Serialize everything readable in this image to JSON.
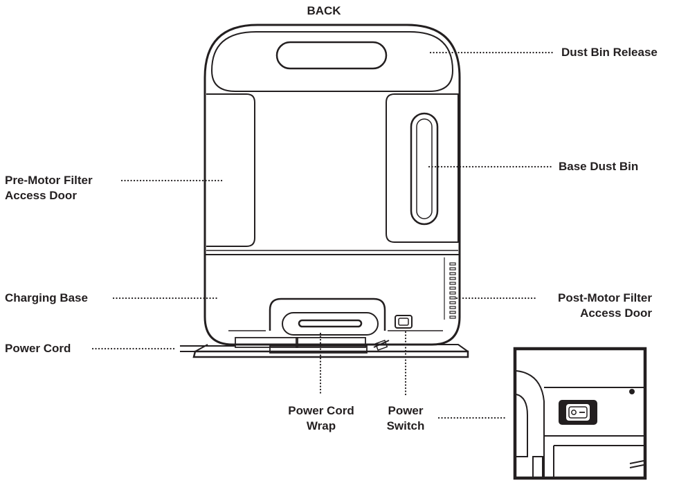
{
  "diagram": {
    "title": "BACK",
    "labels": {
      "dust_bin_release": "Dust Bin Release",
      "base_dust_bin": "Base Dust Bin",
      "pre_motor_filter": [
        "Pre-Motor Filter",
        "Access Door"
      ],
      "charging_base": "Charging Base",
      "post_motor_filter": [
        "Post-Motor Filter",
        "Access Door"
      ],
      "power_cord": "Power Cord",
      "power_cord_wrap": [
        "Power Cord",
        "Wrap"
      ],
      "power_switch": [
        "Power",
        "Switch"
      ]
    },
    "colors": {
      "line": "#231f20",
      "background": "#ffffff"
    }
  }
}
